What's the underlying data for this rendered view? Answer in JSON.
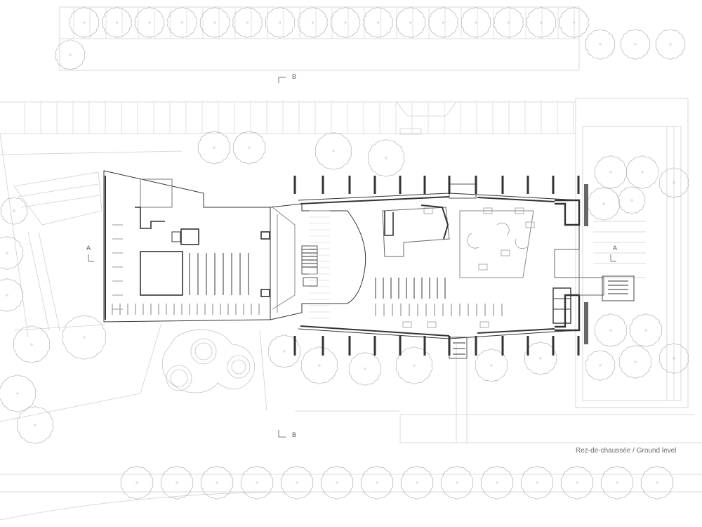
{
  "caption": "Rez-de-chaussée / Ground level",
  "section_markers": {
    "b_top": "B",
    "b_bottom": "B",
    "a_left": "A",
    "a_right": "A"
  },
  "colors": {
    "background": "#ffffff",
    "wall": "#222222",
    "context_line": "#c8c8c8",
    "tree": "#bdbdbd",
    "furniture": "#9a9a9a"
  }
}
